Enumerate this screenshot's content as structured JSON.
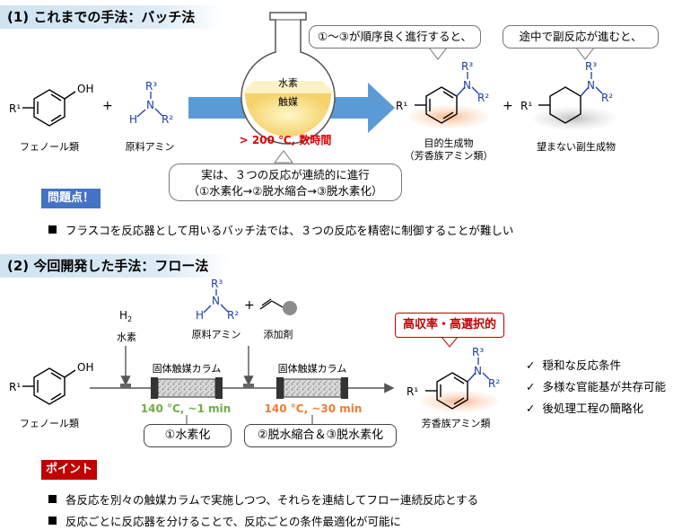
{
  "section1": {
    "title": "(1) これまでの手法：バッチ法",
    "callout_top_left": "①～③が順序良く進行すると、",
    "callout_top_right": "途中で副反応が進むと、",
    "flask_upper": "水素",
    "flask_lower": "触媒",
    "condition": "> 200 ℃, 数時間",
    "phenol_label": "フェノール類",
    "amine_label": "原料アミン",
    "product_label_line1": "目的生成物",
    "product_label_line2": "（芳香族アミン類）",
    "byproduct_label": "望まない副生成物",
    "callout_bottom_line1": "実は、３つの反応が連続的に進行",
    "callout_bottom_line2": "（①水素化→②脱水縮合→③脱水素化）",
    "problem_badge": "問題点！",
    "problem_text": "フラスコを反応器として用いるバッチ法では、３つの反応を精密に制御することが難しい"
  },
  "section2": {
    "title": "(2) 今回開発した手法：フロー法",
    "h2_label": "水素",
    "amine_label": "原料アミン",
    "additive_label": "添加剤",
    "column1_label": "固体触媒カラム",
    "column2_label": "固体触媒カラム",
    "cond1": "140 °C, ~1 min",
    "cond2": "140 °C, ~30 min",
    "step1": "①水素化",
    "step2": "②脱水縮合＆③脱水素化",
    "phenol_label": "フェノール類",
    "product_label": "芳香族アミン類",
    "highlight": "高収率・高選択的",
    "checks": [
      "穏和な反応条件",
      "多様な官能基が共存可能",
      "後処理工程の簡略化"
    ],
    "point_badge": "ポイント",
    "points": [
      "各反応を別々の触媒カラムで実施しつつ、それらを連結してフロー連続反応とする",
      "反応ごとに反応器を分けることで、反応ごとの条件最適化が可能に"
    ]
  },
  "colors": {
    "header_blue": "#cfe3f1",
    "arrow_blue": "#5b9bd5",
    "amine_blue": "#1f3ea6",
    "condition_red": "#e00000",
    "cond1_green": "#70ad47",
    "cond2_orange": "#ed7d31",
    "badge_blue": "#4472c4",
    "badge_red": "#c00000"
  },
  "icons": [
    "round-bottom-flask",
    "phenol-structure",
    "amine-structure",
    "aromatic-amine-structure",
    "cyclohexylamine-structure",
    "catalyst-column",
    "alkene-structure",
    "check-mark",
    "square-bullet"
  ]
}
